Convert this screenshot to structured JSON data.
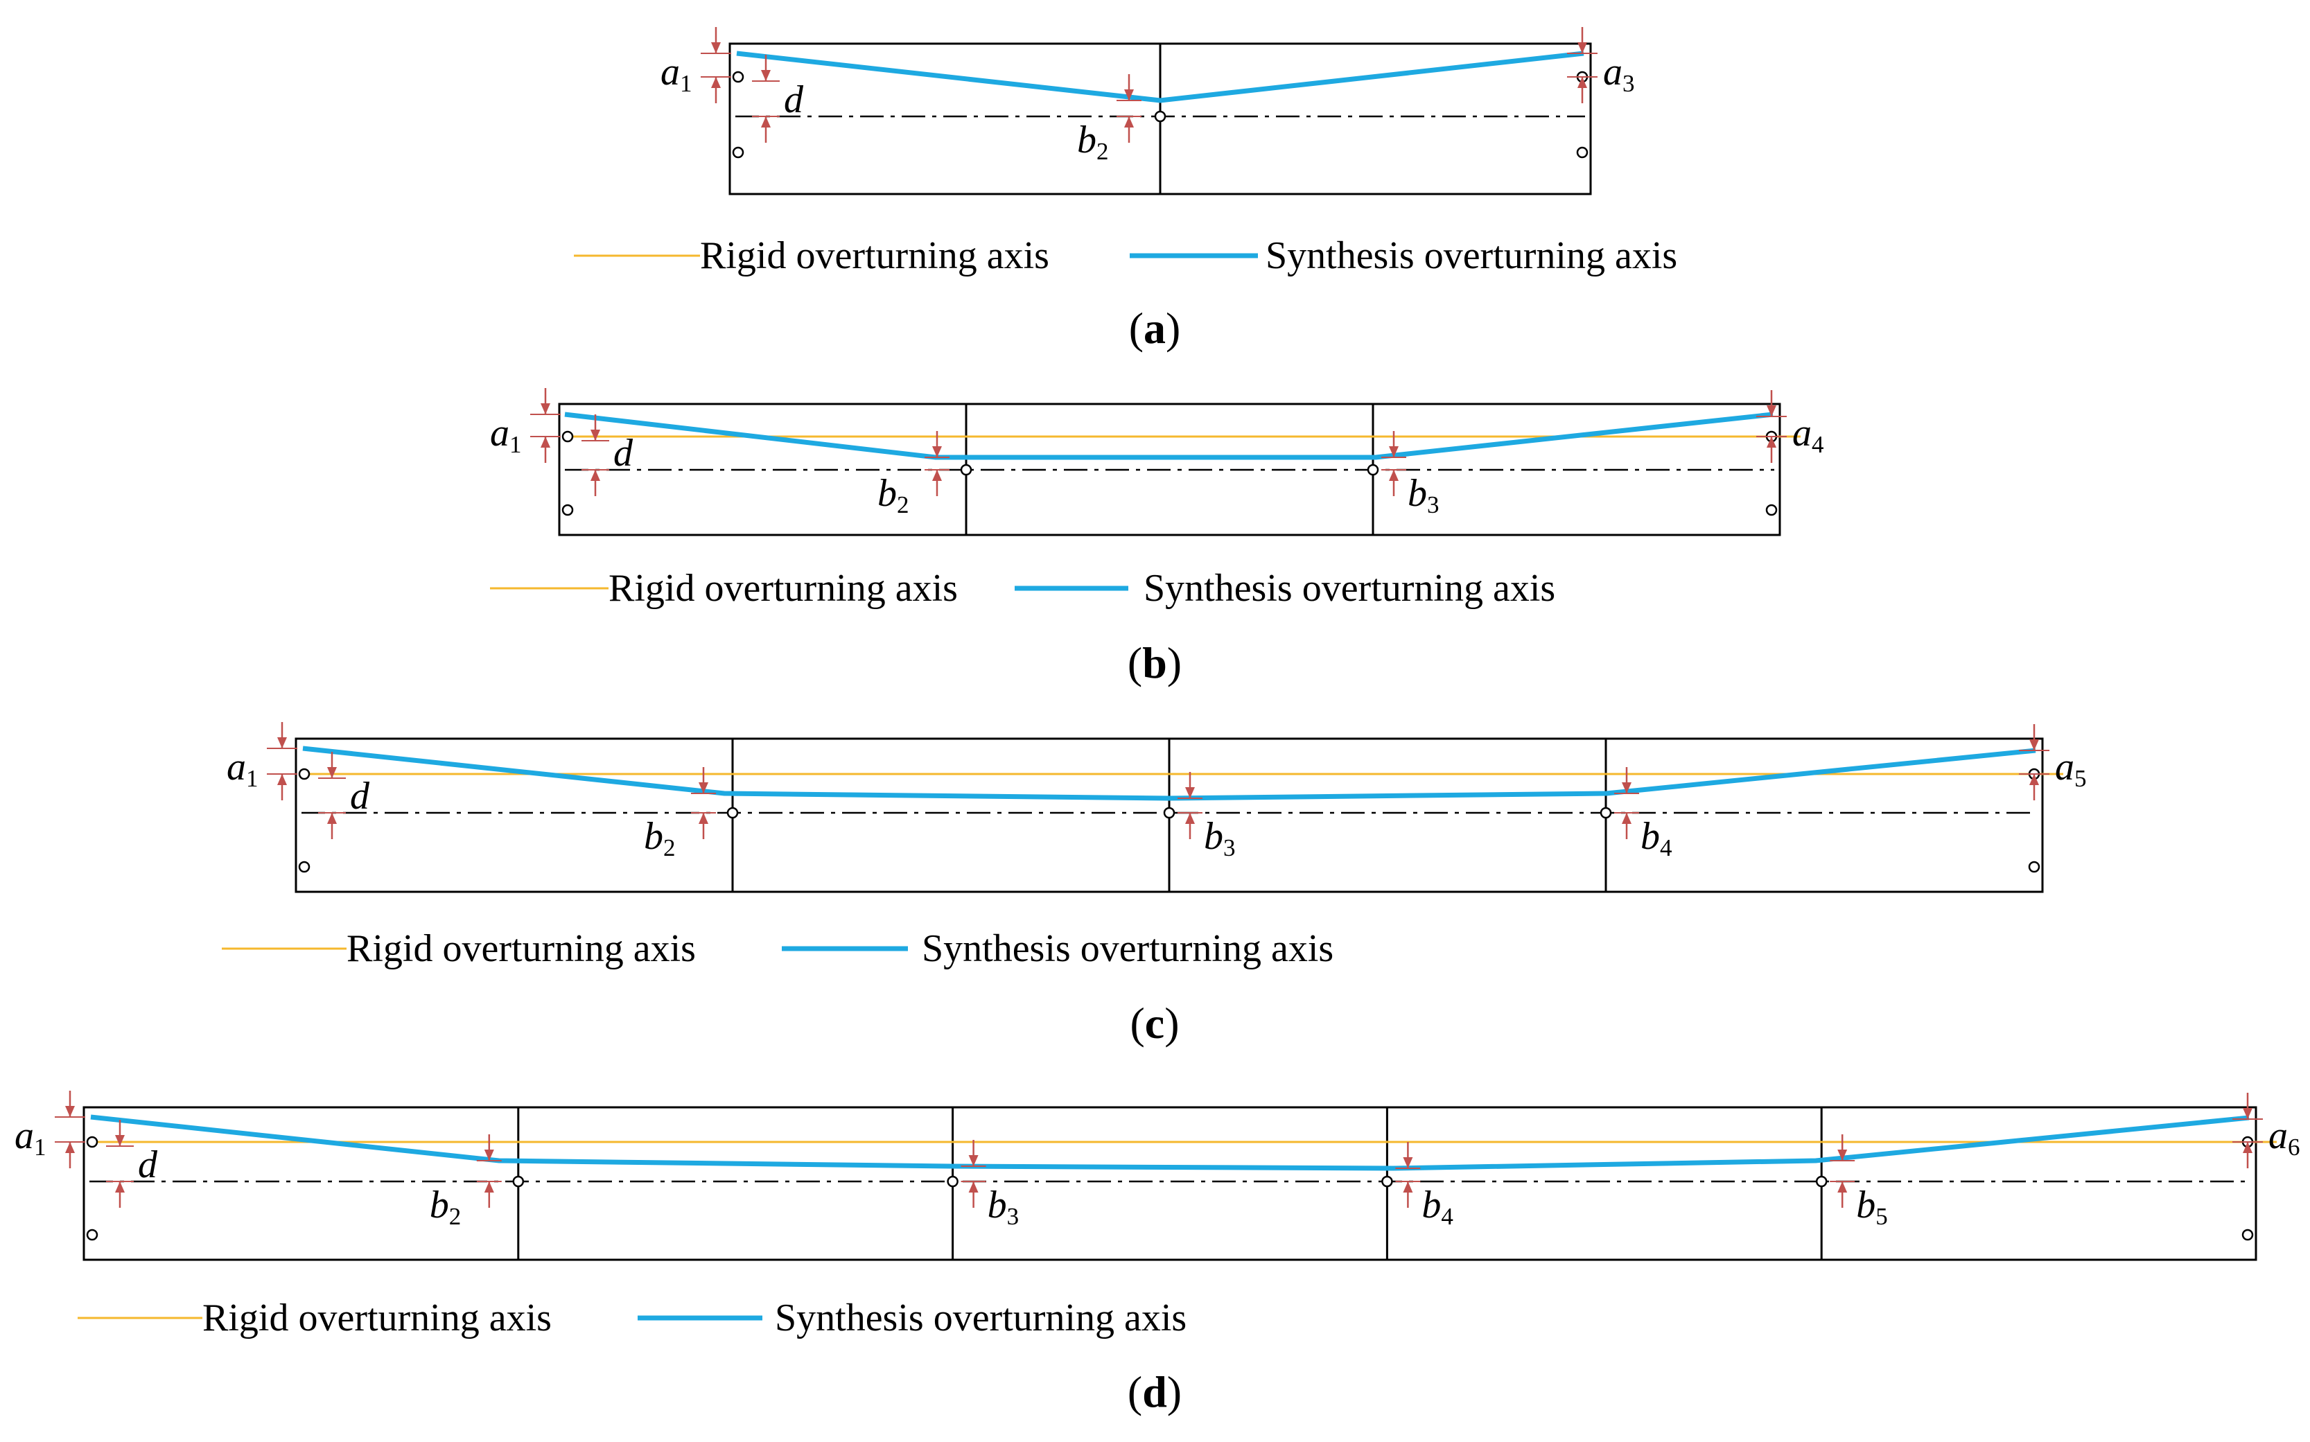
{
  "colors": {
    "rigid": "#F5B82E",
    "synthesis": "#1EA9E1",
    "dimension": "#C0504D",
    "outline": "#000000"
  },
  "legend": {
    "rigid": "Rigid overturning axis",
    "synthesis": "Synthesis overturning axis"
  },
  "labels": {
    "d": "d",
    "a": "a",
    "b": "b"
  },
  "panels": [
    {
      "id": "a",
      "caption": "a",
      "spans": 2,
      "a_subs": [
        "1",
        "3"
      ],
      "b_subs": [
        "2"
      ]
    },
    {
      "id": "b",
      "caption": "b",
      "spans": 3,
      "a_subs": [
        "1",
        "4"
      ],
      "b_subs": [
        "2",
        "3"
      ]
    },
    {
      "id": "c",
      "caption": "c",
      "spans": 4,
      "a_subs": [
        "1",
        "5"
      ],
      "b_subs": [
        "2",
        "3",
        "4"
      ]
    },
    {
      "id": "d",
      "caption": "d",
      "spans": 5,
      "a_subs": [
        "1",
        "6"
      ],
      "b_subs": [
        "2",
        "3",
        "4",
        "5"
      ]
    }
  ]
}
